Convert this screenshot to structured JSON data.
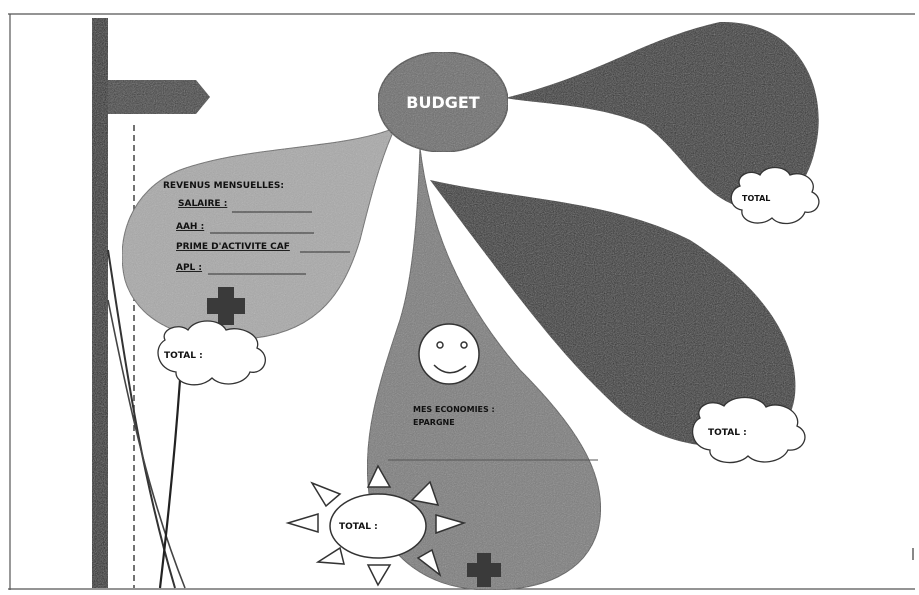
{
  "diagram": {
    "center": {
      "label": "BUDGET"
    },
    "income_bubble": {
      "heading": "REVENUS MENSUELLES:",
      "items": [
        "SALAIRE :",
        "AAH :",
        "PRIME D'ACTIVITE CAF",
        "APL :"
      ]
    },
    "savings_bubble": {
      "text_line1": "MES ECONOMIES :",
      "text_line2": "EPARGNE"
    },
    "totals": {
      "top_right": "TOTAL",
      "left": "TOTAL :",
      "right": "TOTAL :",
      "bottom_sun": "TOTAL :"
    }
  },
  "colors": {
    "dark_bubble": "#2c2c2c",
    "center_bubble": "#6a6a6a",
    "income_bubble": "#a9a9a9",
    "savings_bubble": "#7c7c7c",
    "signpost": "#222222",
    "plus_sign": "#3a3a3a"
  },
  "icons": [
    "plus-icon",
    "smiley-icon",
    "sun-icon",
    "cloud-icon",
    "signpost-icon"
  ]
}
